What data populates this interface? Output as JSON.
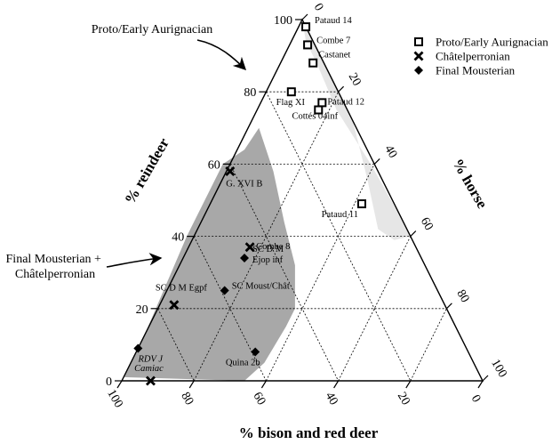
{
  "chart_data": {
    "type": "ternary",
    "axes": {
      "left": {
        "label": "% reindeer",
        "ticks": [
          "0",
          "20",
          "40",
          "60",
          "80",
          "100"
        ]
      },
      "right": {
        "label": "% horse",
        "ticks": [
          "0",
          "20",
          "40",
          "60",
          "80",
          "100"
        ]
      },
      "bottom": {
        "label": "% bison and red deer",
        "ticks": [
          "100",
          "80",
          "60",
          "40",
          "20",
          "0"
        ]
      }
    },
    "grid": true,
    "legend": {
      "position": "top-right",
      "entries": [
        {
          "name": "Proto/Early Aurignacian",
          "marker": "open-square"
        },
        {
          "name": "Châtelperronian",
          "marker": "x"
        },
        {
          "name": "Final Mousterian",
          "marker": "diamond"
        }
      ]
    },
    "regions": [
      {
        "label": "Proto/Early Aurignacian",
        "color": "#e6e6e6"
      },
      {
        "label": "Final Mousterian + Châtelperronian",
        "color": "#a8a8a8"
      }
    ],
    "series": [
      {
        "name": "Proto/Early Aurignacian",
        "marker": "open-square",
        "points": [
          {
            "label": "Pataud 14",
            "reindeer": 98,
            "horse": 2,
            "italic": false
          },
          {
            "label": "Combe 7",
            "reindeer": 93,
            "horse": 5,
            "italic": false
          },
          {
            "label": "Castanet",
            "reindeer": 88,
            "horse": 9,
            "italic": false
          },
          {
            "label": "Flag XI",
            "reindeer": 80,
            "horse": 7,
            "italic": false
          },
          {
            "label": "Pataud 12",
            "reindeer": 77,
            "horse": 17,
            "italic": false
          },
          {
            "label": "Cottés 04inf",
            "reindeer": 75,
            "horse": 17,
            "italic": false
          },
          {
            "label": "Pataud 11",
            "reindeer": 49,
            "horse": 42,
            "italic": false
          }
        ]
      },
      {
        "name": "Châtelperronian",
        "marker": "x",
        "points": [
          {
            "label": "G. XVI B",
            "reindeer": 58,
            "horse": 1,
            "italic": false
          },
          {
            "label": "Combe 8",
            "reindeer": 37,
            "horse": 17,
            "italic": false
          },
          {
            "label": "SC D M Egpf",
            "reindeer": 21,
            "horse": 4,
            "italic": false
          },
          {
            "label": "Camiac",
            "reindeer": 0,
            "horse": 8,
            "italic": true
          }
        ]
      },
      {
        "name": "Final Mousterian",
        "marker": "diamond",
        "points": [
          {
            "label": "SC D M Ejop inf",
            "reindeer": 34,
            "horse": 17,
            "italic": false
          },
          {
            "label": "SC Moust/Chât",
            "reindeer": 25,
            "horse": 16,
            "italic": false
          },
          {
            "label": "RDV J",
            "reindeer": 9,
            "horse": 0,
            "italic": true
          },
          {
            "label": "Quina 2b",
            "reindeer": 8,
            "horse": 33,
            "italic": false
          }
        ]
      }
    ]
  }
}
